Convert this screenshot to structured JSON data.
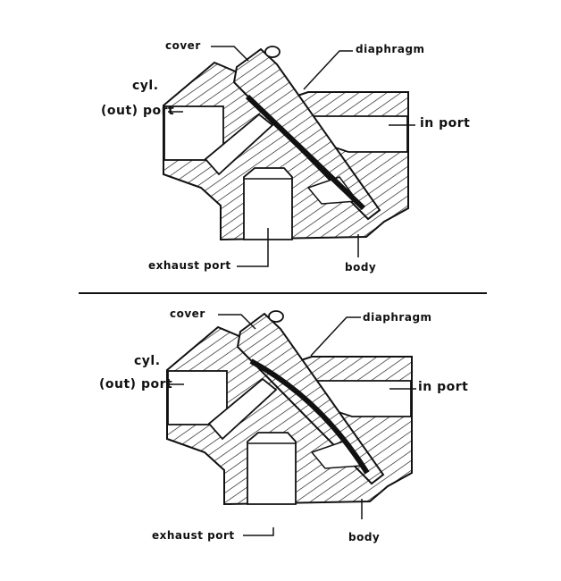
{
  "figures": [
    {
      "state": "closed",
      "labels": {
        "cover": "cover",
        "diaphragm": "diaphragm",
        "cyl": "cyl.",
        "out_port": "(out) port",
        "in_port": "in port",
        "exhaust_port": "exhaust port",
        "body": "body"
      }
    },
    {
      "state": "open",
      "labels": {
        "cover": "cover",
        "diaphragm": "diaphragm",
        "cyl": "cyl.",
        "out_port": "(out) port",
        "in_port": "in port",
        "exhaust_port": "exhaust port",
        "body": "body"
      }
    }
  ],
  "colors": {
    "ink": "#111111",
    "paper": "#ffffff"
  }
}
